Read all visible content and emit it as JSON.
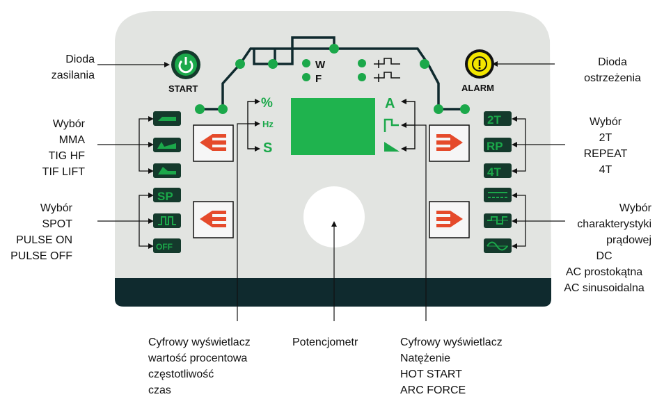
{
  "panel": {
    "power_label": "START",
    "alarm_label": "ALARM",
    "w_label": "W",
    "f_label": "F",
    "unit_percent": "%",
    "unit_hz": "Hz",
    "unit_s": "S",
    "unit_a": "A",
    "key_sp": "SP",
    "key_off": "OFF",
    "key_2t": "2T",
    "key_rp": "RP",
    "key_4t": "4T"
  },
  "annotations": {
    "power_led": [
      "Dioda",
      "zasilania"
    ],
    "warning_led": [
      "Dioda",
      "ostrzeżenia"
    ],
    "mode_select": [
      "Wybór",
      "MMA",
      "TIG HF",
      "TIF LIFT"
    ],
    "pulse_select": [
      "Wybór",
      "SPOT",
      "PULSE ON",
      "PULSE OFF"
    ],
    "trigger_select": [
      "Wybór",
      "2T",
      "REPEAT",
      "4T"
    ],
    "current_select": [
      "Wybór",
      "charakterystyki",
      "prądowej",
      "DC",
      "AC prostokątna",
      "AC sinusoidalna"
    ],
    "left_display": [
      "Cyfrowy wyświetlacz",
      "wartość procentowa",
      "częstotliwość",
      "czas"
    ],
    "potentiometer": [
      "Potencjometr"
    ],
    "right_display": [
      "Cyfrowy wyświetlacz",
      "Natężenie",
      "HOT START",
      "ARC FORCE"
    ]
  },
  "colors": {
    "panel_bg": "#e2e4e1",
    "panel_band": "#0f2a2e",
    "key_dark": "#143a2c",
    "green": "#1ba84a",
    "display_green": "#1fb34e",
    "arrow_red": "#e54a2b",
    "alarm_yellow": "#f3e600"
  }
}
